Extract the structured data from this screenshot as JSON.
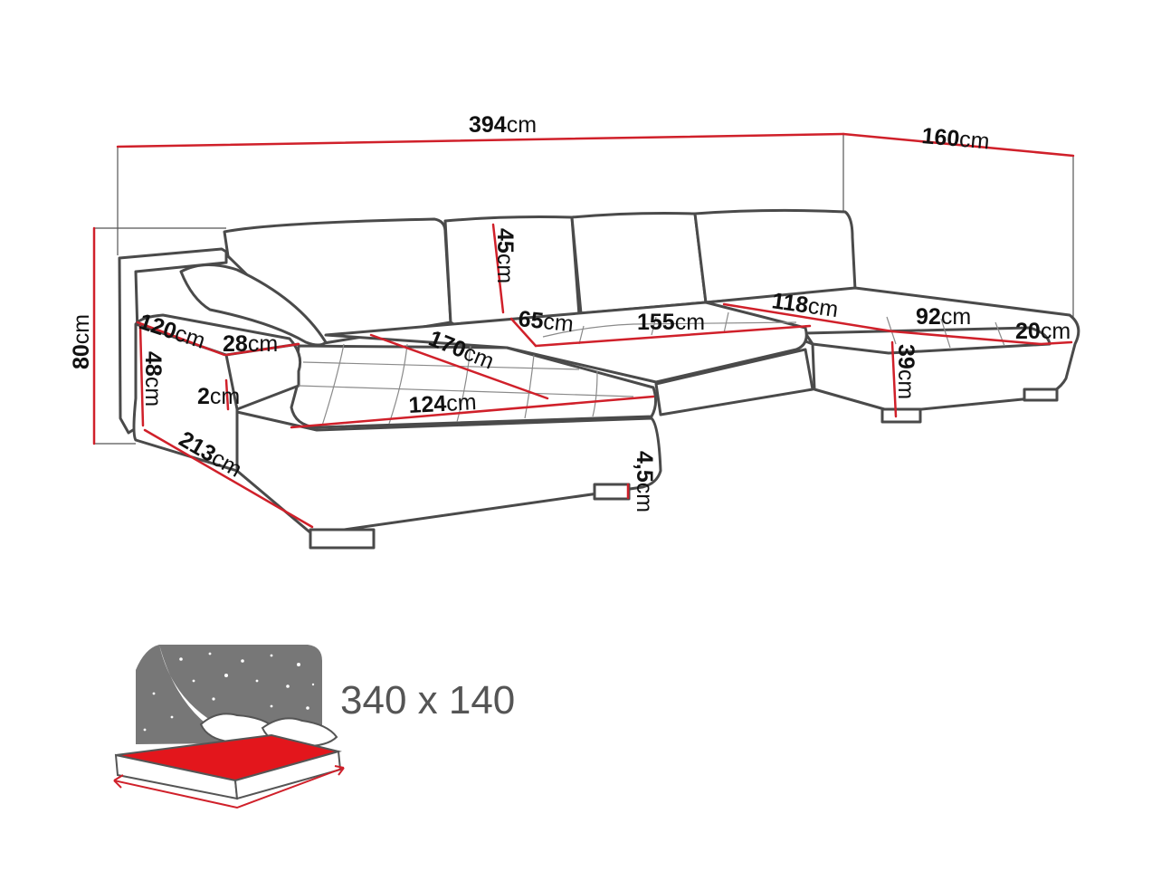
{
  "colors": {
    "measure_line": "#d0202a",
    "guide_line": "#444444",
    "outline": "#444444",
    "mattress": "#e3161c",
    "night_panel": "#777777",
    "text": "#111111",
    "bed_size_text": "#555555"
  },
  "dimensions": {
    "total_width": {
      "value": "394",
      "unit": "cm"
    },
    "right_depth": {
      "value": "160",
      "unit": "cm"
    },
    "height": {
      "value": "80",
      "unit": "cm"
    },
    "back_cushion": {
      "value": "45",
      "unit": "cm"
    },
    "left_depth": {
      "value": "120",
      "unit": "cm"
    },
    "armrest_width": {
      "value": "28",
      "unit": "cm"
    },
    "seat_depth_left": {
      "value": "170",
      "unit": "cm"
    },
    "seat_depth_mid": {
      "value": "65",
      "unit": "cm"
    },
    "middle_width": {
      "value": "155",
      "unit": "cm"
    },
    "right_seat_depth": {
      "value": "118",
      "unit": "cm"
    },
    "right_seat_width": {
      "value": "92",
      "unit": "cm"
    },
    "right_arm": {
      "value": "20",
      "unit": "cm"
    },
    "seat_height": {
      "value": "48",
      "unit": "cm"
    },
    "arm_thickness": {
      "value": "2",
      "unit": "cm"
    },
    "left_seat_width": {
      "value": "124",
      "unit": "cm"
    },
    "left_length": {
      "value": "213",
      "unit": "cm"
    },
    "leg_height": {
      "value": "4,5",
      "unit": "cm"
    },
    "right_height": {
      "value": "39",
      "unit": "cm"
    }
  },
  "bed": {
    "size_label": "340 x 140",
    "icon": "sleeping-function-icon"
  }
}
